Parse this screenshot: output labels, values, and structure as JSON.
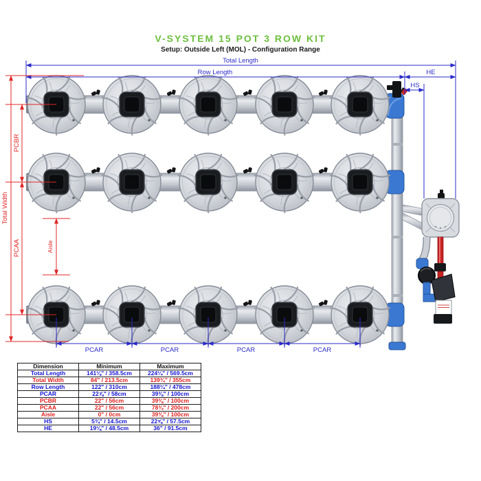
{
  "title": "V-SYSTEM 15 POT 3 ROW KIT",
  "subtitle": "Setup: Outside Left (MOL) - Configuration Range",
  "colors": {
    "title_green": "#6cbf3e",
    "dimension_blue": "#2a2ac8",
    "dimension_red": "#e02626",
    "pipe_gray": "#c9cdd4",
    "fitting_blue": "#3a78d2"
  },
  "diagram": {
    "total_length": "Total Length",
    "row_length": "Row Length",
    "he": "HE",
    "hs": "HS",
    "total_width": "Total Width",
    "pcbr": "PCBR",
    "pcaa": "PCAA",
    "aisle": "Aisle",
    "pcar": "PCAR"
  },
  "table": {
    "headers": [
      "Dimension",
      "Minimum",
      "Maximum"
    ],
    "rows": [
      {
        "dimension": "Total Length",
        "minimum": "141⅛\" / 358.5cm",
        "maximum": "224¼\" / 569.5cm",
        "color": "blue"
      },
      {
        "dimension": "Total Width",
        "minimum": "84\" / 213.5cm",
        "maximum": "139¾\" / 355cm",
        "color": "red"
      },
      {
        "dimension": "Row Length",
        "minimum": "122\" / 310cm",
        "maximum": "188¼\" / 478cm",
        "color": "blue"
      },
      {
        "dimension": "PCAR",
        "minimum": "22⅞\" / 58cm",
        "maximum": "39⅜\" / 100cm",
        "color": "blue"
      },
      {
        "dimension": "PCBR",
        "minimum": "22\" / 56cm",
        "maximum": "39⅜\" / 100cm",
        "color": "red"
      },
      {
        "dimension": "PCAA",
        "minimum": "22\" / 56cm",
        "maximum": "78¾\" / 200cm",
        "color": "red"
      },
      {
        "dimension": "Aisle",
        "minimum": "0\" / 0cm",
        "maximum": "39⅜\" / 100cm",
        "color": "red"
      },
      {
        "dimension": "HS",
        "minimum": "5¾\" / 14.5cm",
        "maximum": "22⅝\" / 57.5cm",
        "color": "blue"
      },
      {
        "dimension": "HE",
        "minimum": "19⅛\" / 48.5cm",
        "maximum": "36\" / 91.5cm",
        "color": "blue"
      }
    ]
  }
}
